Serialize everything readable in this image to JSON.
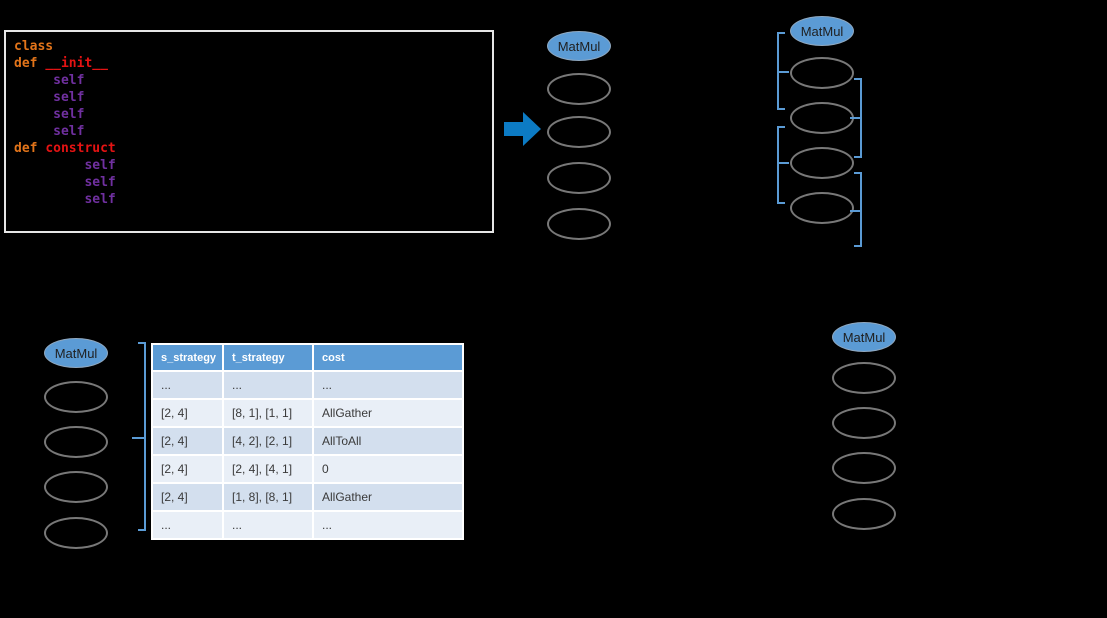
{
  "background": "#000000",
  "code_panel": {
    "border_color": "#E6E6E6",
    "token_colors": {
      "keyword": "#E2741A",
      "func": "#E51313",
      "self": "#7030A0"
    },
    "lines": [
      {
        "indent": 0,
        "segments": [
          {
            "role": "keyword",
            "text": "class"
          }
        ]
      },
      {
        "indent": 0,
        "segments": [
          {
            "role": "keyword",
            "text": "def "
          },
          {
            "role": "func",
            "text": "__init__"
          }
        ]
      },
      {
        "indent": 5,
        "segments": [
          {
            "role": "self",
            "text": "self"
          }
        ]
      },
      {
        "indent": 5,
        "segments": [
          {
            "role": "self",
            "text": "self"
          }
        ]
      },
      {
        "indent": 5,
        "segments": [
          {
            "role": "self",
            "text": "self"
          }
        ]
      },
      {
        "indent": 5,
        "segments": [
          {
            "role": "self",
            "text": "self"
          }
        ]
      },
      {
        "indent": 0,
        "segments": [
          {
            "role": "keyword",
            "text": "def "
          },
          {
            "role": "func",
            "text": "construct"
          }
        ]
      },
      {
        "indent": 9,
        "segments": [
          {
            "role": "self",
            "text": "self"
          }
        ]
      },
      {
        "indent": 9,
        "segments": [
          {
            "role": "self",
            "text": "self"
          }
        ]
      },
      {
        "indent": 9,
        "segments": [
          {
            "role": "self",
            "text": "self"
          }
        ]
      }
    ]
  },
  "flow_arrow": {
    "color": "#0C7BC4"
  },
  "node_style": {
    "root_fill": "#5B9BD5",
    "root_border": "#8FA8C0",
    "root_text_color": "#1F1F1F",
    "empty_border": "#787878"
  },
  "bracket_color": "#5B9BD5",
  "graph_columns": [
    {
      "key": "operator-graph",
      "root_label": "MatMul",
      "empty_nodes": 4
    },
    {
      "key": "grouped-strategy-graph",
      "root_label": "MatMul",
      "empty_nodes": 4
    },
    {
      "key": "costed-strategy-graph",
      "root_label": "MatMul",
      "empty_nodes": 4
    },
    {
      "key": "final-strategy-graph",
      "root_label": "MatMul",
      "empty_nodes": 4
    }
  ],
  "cost_table": {
    "header_bg": "#5B9BD5",
    "header_text_color": "#FFFFFF",
    "row_bg_a": "#D3DFEE",
    "row_bg_b": "#E9EFF7",
    "cell_text_color": "#3A3A3A",
    "columns": [
      "s_strategy",
      "t_strategy",
      "cost"
    ],
    "rows": [
      [
        "...",
        "...",
        "..."
      ],
      [
        "[2, 4]",
        "[8, 1], [1, 1]",
        "AllGather"
      ],
      [
        "[2, 4]",
        "[4, 2], [2, 1]",
        "AllToAll"
      ],
      [
        "[2, 4]",
        "[2, 4], [4, 1]",
        "0"
      ],
      [
        "[2, 4]",
        "[1, 8], [8, 1]",
        "AllGather"
      ],
      [
        "...",
        "...",
        "..."
      ]
    ]
  }
}
